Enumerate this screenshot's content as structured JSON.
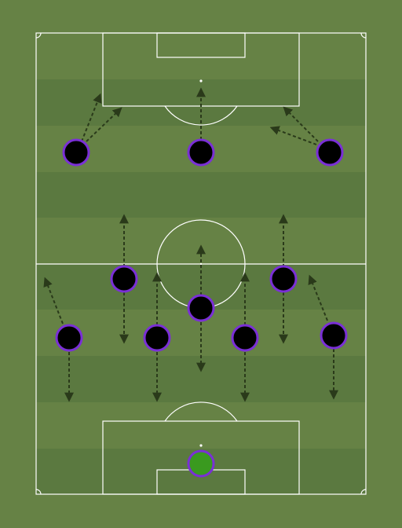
{
  "formation": {
    "colors": {
      "background": "#668245",
      "stripe_light": "#668245",
      "stripe_dark": "#5b7940",
      "line": "#ffffff",
      "player_fill": "#000000",
      "player_border": "#7a2fd6",
      "goalkeeper_fill": "#3a9a1f",
      "arrow": "#2a3a1a"
    },
    "players": [
      {
        "id": "left-forward",
        "role": "forward",
        "run": "diagonal-forward-right-split"
      },
      {
        "id": "center-forward",
        "role": "forward",
        "run": "forward"
      },
      {
        "id": "right-forward",
        "role": "forward",
        "run": "diagonal-forward-left-split"
      },
      {
        "id": "left-center-midfielder",
        "role": "midfielder",
        "run": "forward-and-back"
      },
      {
        "id": "right-center-midfielder",
        "role": "midfielder",
        "run": "forward-and-back"
      },
      {
        "id": "defensive-midfielder",
        "role": "midfielder",
        "run": "forward-and-back"
      },
      {
        "id": "left-back",
        "role": "defender",
        "run": "overlap-forward-and-back"
      },
      {
        "id": "left-center-back",
        "role": "defender",
        "run": "forward-and-back"
      },
      {
        "id": "right-center-back",
        "role": "defender",
        "run": "forward-and-back"
      },
      {
        "id": "right-back",
        "role": "defender",
        "run": "overlap-forward-and-back"
      },
      {
        "id": "goalkeeper",
        "role": "goalkeeper",
        "run": "none"
      }
    ]
  }
}
